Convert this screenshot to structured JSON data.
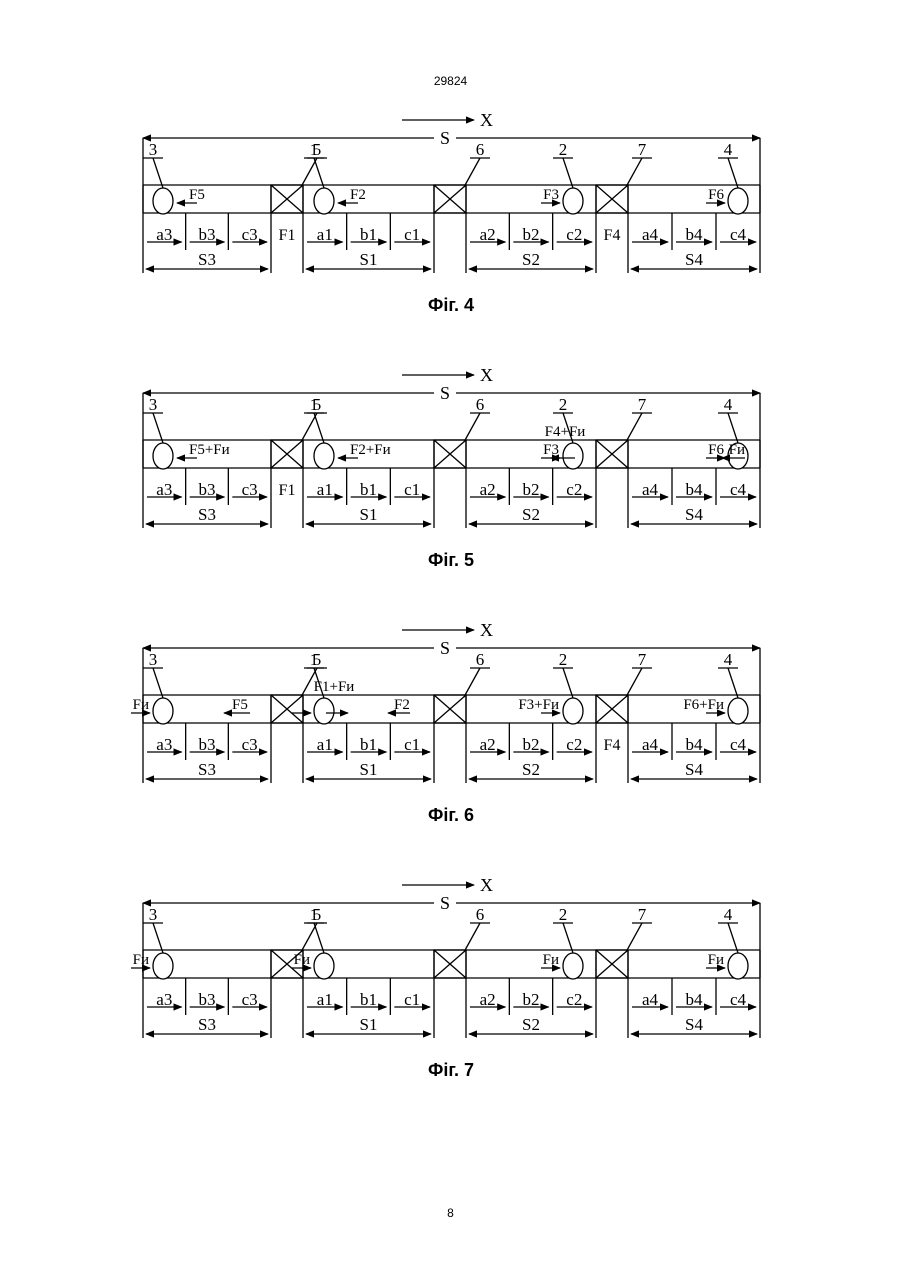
{
  "page": {
    "header": "29824",
    "footer": "8"
  },
  "common": {
    "axis": "X",
    "total": "S",
    "sections": [
      {
        "subs": [
          "a3",
          "b3",
          "c3"
        ],
        "span": "S3"
      },
      {
        "subs": [
          "a1",
          "b1",
          "c1"
        ],
        "span": "S1"
      },
      {
        "subs": [
          "a2",
          "b2",
          "c2"
        ],
        "span": "S2"
      },
      {
        "subs": [
          "a4",
          "b4",
          "c4"
        ],
        "span": "S4"
      }
    ],
    "markers": [
      "5",
      "6",
      "7"
    ]
  },
  "figures": [
    {
      "caption": "Фіг. 4",
      "objects": [
        {
          "label": "3",
          "arrowDir": "left",
          "text": "F5"
        },
        {
          "label": "1",
          "arrowDir": "left",
          "text": "F2"
        },
        {
          "label": "2",
          "arrowDir": "right",
          "text": "F3"
        },
        {
          "label": "4",
          "arrowDir": "right",
          "text": "F6"
        }
      ],
      "gapLabels": [
        "F1",
        "",
        "F4"
      ],
      "extra": []
    },
    {
      "caption": "Фіг. 5",
      "objects": [
        {
          "label": "3",
          "arrowDir": "left",
          "text": "F5+Fи"
        },
        {
          "label": "1",
          "arrowDir": "left",
          "text": "F2+Fи"
        },
        {
          "label": "2",
          "arrowDir": "right",
          "text": "F3"
        },
        {
          "label": "4",
          "arrowDir": "right",
          "text": "F6"
        }
      ],
      "gapLabels": [
        "F1",
        "",
        ""
      ],
      "extra": [
        "F4+Fи",
        "Fи"
      ]
    },
    {
      "caption": "Фіг. 6",
      "objects": [
        {
          "label": "3",
          "arrowDir": "right",
          "text": "Fи"
        },
        {
          "label": "1",
          "arrowDir": "right",
          "text": ""
        },
        {
          "label": "2",
          "arrowDir": "right",
          "text": "F3+Fи"
        },
        {
          "label": "4",
          "arrowDir": "right",
          "text": "F6+Fи"
        }
      ],
      "gapLabels": [
        "",
        "",
        "F4"
      ],
      "extra": [
        "F5",
        "F1+Fи",
        "F2"
      ]
    },
    {
      "caption": "Фіг. 7",
      "objects": [
        {
          "label": "3",
          "arrowDir": "right",
          "text": "Fи"
        },
        {
          "label": "1",
          "arrowDir": "right",
          "text": "Fи"
        },
        {
          "label": "2",
          "arrowDir": "right",
          "text": "Fи"
        },
        {
          "label": "4",
          "arrowDir": "right",
          "text": "Fи"
        }
      ],
      "gapLabels": [
        "",
        "",
        ""
      ],
      "extra": []
    }
  ]
}
